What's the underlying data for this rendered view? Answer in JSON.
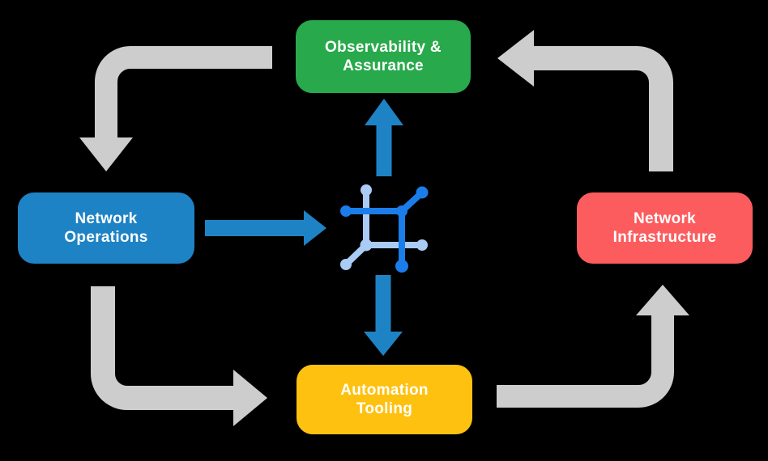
{
  "background_color": "#000000",
  "colors": {
    "arrow_gray": "#cdcdcd",
    "arrow_blue": "#1e83c5",
    "icon_blue_dark": "#1a7de9",
    "icon_blue_light": "#a9cbf4",
    "label_text": "#ffffff"
  },
  "nodes": {
    "observability": {
      "line1": "Observability &",
      "line2": "Assurance",
      "color": "#28a94b"
    },
    "operations": {
      "line1": "Network",
      "line2": "Operations",
      "color": "#1e83c5"
    },
    "infrastructure": {
      "line1": "Network",
      "line2": "Infrastructure",
      "color": "#fc5c5e"
    },
    "automation": {
      "line1": "Automation",
      "line2": "Tooling",
      "color": "#fec110"
    }
  },
  "icon": {
    "name": "network-fabric-icon"
  }
}
